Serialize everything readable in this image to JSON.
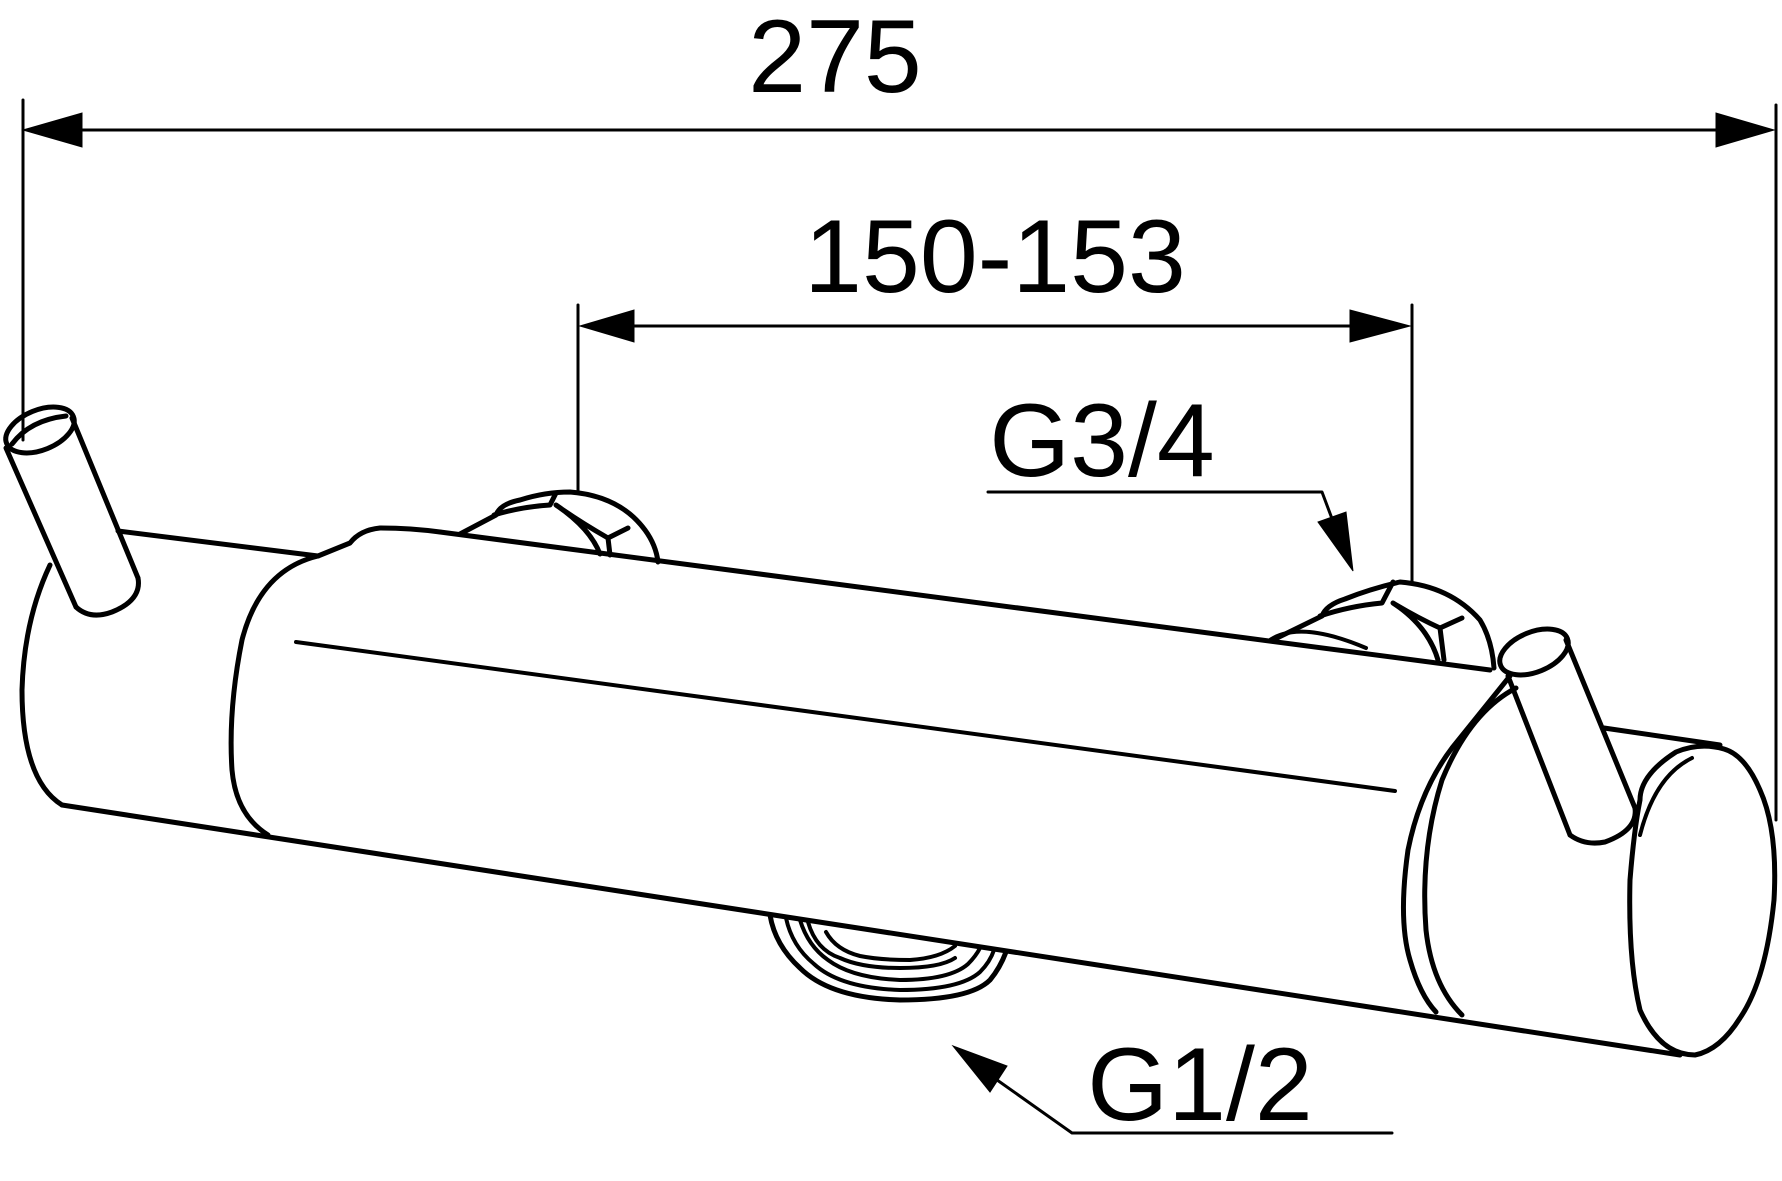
{
  "dimensions": {
    "overall_length": "275",
    "connection_centers": "150-153"
  },
  "threads": {
    "inlet": "G3/4",
    "outlet": "G1/2"
  },
  "colors": {
    "line": "#000000",
    "background": "#ffffff"
  }
}
